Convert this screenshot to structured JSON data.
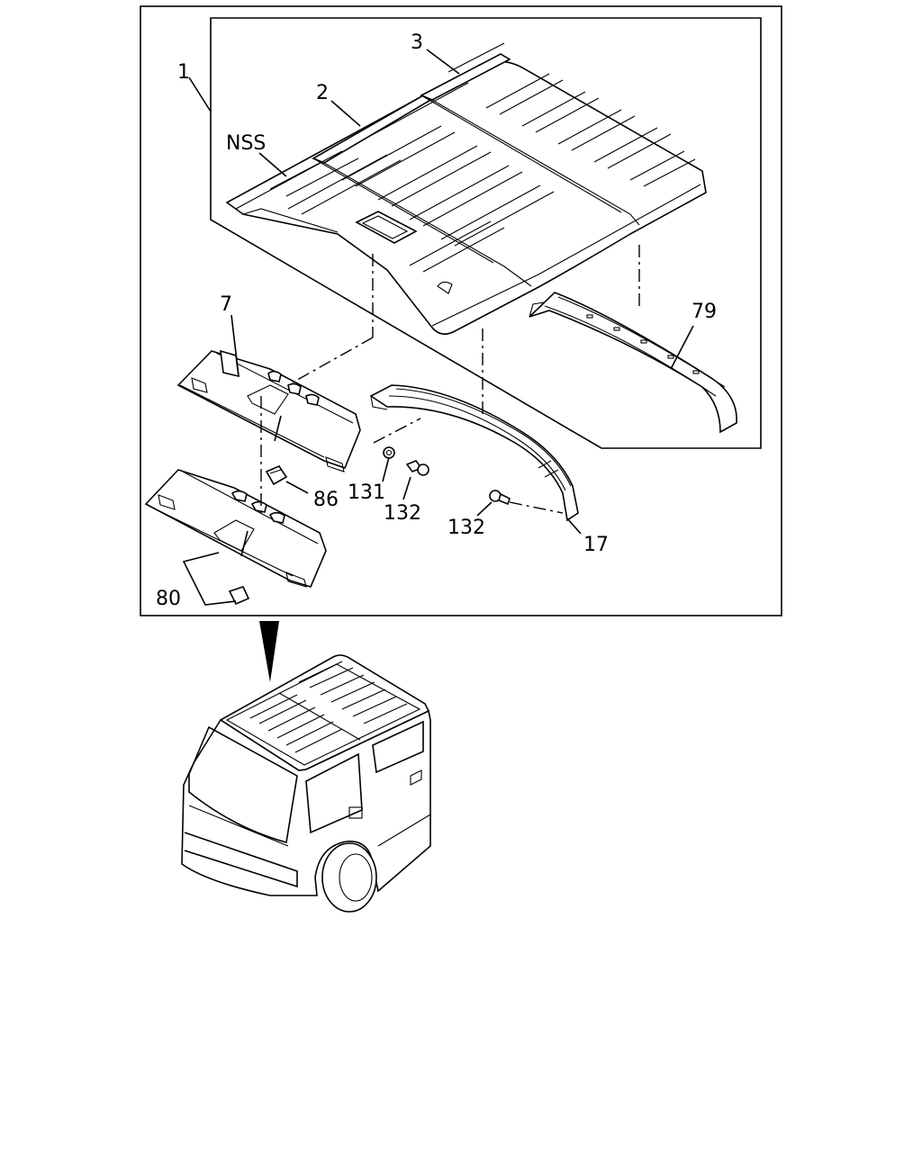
{
  "diagram": {
    "callouts": {
      "c1": "1",
      "c2": "2",
      "c3": "3",
      "nss": "NSS",
      "c7": "7",
      "c79": "79",
      "c86": "86",
      "c131": "131",
      "c132a": "132",
      "c132b": "132",
      "c17": "17",
      "c80": "80"
    }
  }
}
